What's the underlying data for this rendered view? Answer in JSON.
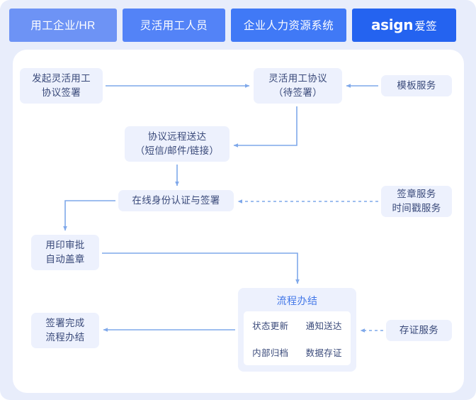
{
  "theme": {
    "page_bg": "#e8edfb",
    "card_bg": "#ffffff",
    "node_bg": "#edf1fd",
    "node_text": "#3a4a7a",
    "accent_blue": "#4277e8",
    "arrow_color": "#7fa8ea",
    "tab_colors": [
      "#6d93f5",
      "#5383f7",
      "#4079f6",
      "#2463f0"
    ]
  },
  "header": {
    "tabs": [
      {
        "label": "用工企业/HR"
      },
      {
        "label": "灵活用工人员"
      },
      {
        "label": "企业人力资源系统"
      },
      {
        "label": "asign 爱签",
        "latin": "asign",
        "cn": "爱签",
        "is_logo": true
      }
    ]
  },
  "flow": {
    "nodes": [
      {
        "id": "initiate",
        "lines": [
          "发起灵活用工",
          "协议签署"
        ]
      },
      {
        "id": "agreement",
        "lines": [
          "灵活用工协议",
          "（待签署）"
        ]
      },
      {
        "id": "template",
        "lines": [
          "模板服务"
        ]
      },
      {
        "id": "delivery",
        "lines": [
          "协议远程送达",
          "（短信/邮件/链接）"
        ]
      },
      {
        "id": "identity",
        "lines": [
          "在线身份认证与签署"
        ]
      },
      {
        "id": "sealservice",
        "lines": [
          "签章服务",
          "时间戳服务"
        ]
      },
      {
        "id": "approval",
        "lines": [
          "用印审批",
          "自动盖章"
        ]
      },
      {
        "id": "complete",
        "lines": [
          "签署完成",
          "流程办结"
        ]
      },
      {
        "id": "evidence",
        "lines": [
          "存证服务"
        ]
      }
    ],
    "closing_panel": {
      "title": "流程办结",
      "items": [
        "状态更新",
        "通知送达",
        "内部归档",
        "数据存证"
      ]
    }
  }
}
